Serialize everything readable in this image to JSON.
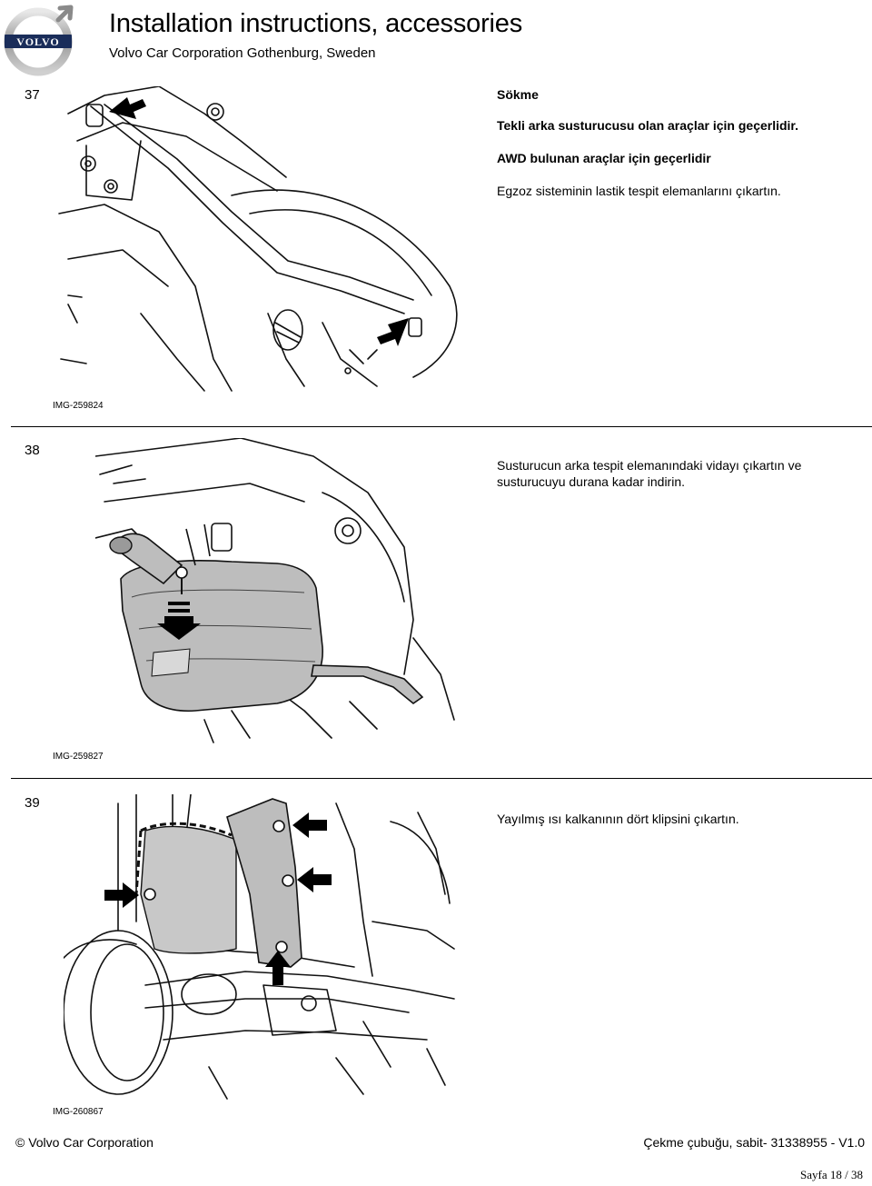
{
  "header": {
    "title": "Installation instructions, accessories",
    "subtitle": "Volvo Car Corporation Gothenburg, Sweden",
    "logo_text": "VOLVO"
  },
  "steps": [
    {
      "number": "37",
      "heading": "Sökme",
      "bold_lines": [
        "Tekli arka susturucusu olan araçlar için geçerlidir.",
        "AWD bulunan araçlar için geçerlidir"
      ],
      "text": "Egzoz sisteminin lastik tespit elemanlarını çıkartın.",
      "image_id": "IMG-259824",
      "icon": "exhaust-hanger-removal-illustration"
    },
    {
      "number": "38",
      "text": "Susturucun arka tespit elemanındaki vidayı çıkartın ve susturucuyu durana kadar indirin.",
      "image_id": "IMG-259827",
      "icon": "muffler-lowering-illustration"
    },
    {
      "number": "39",
      "text": "Yayılmış ısı kalkanının dört klipsini çıkartın.",
      "image_id": "IMG-260867",
      "icon": "heat-shield-clips-illustration"
    }
  ],
  "footer": {
    "left": "© Volvo Car Corporation",
    "right": "Çekme çubuğu, sabit- 31338955 - V1.0",
    "page": "Sayfa 18 / 38"
  }
}
